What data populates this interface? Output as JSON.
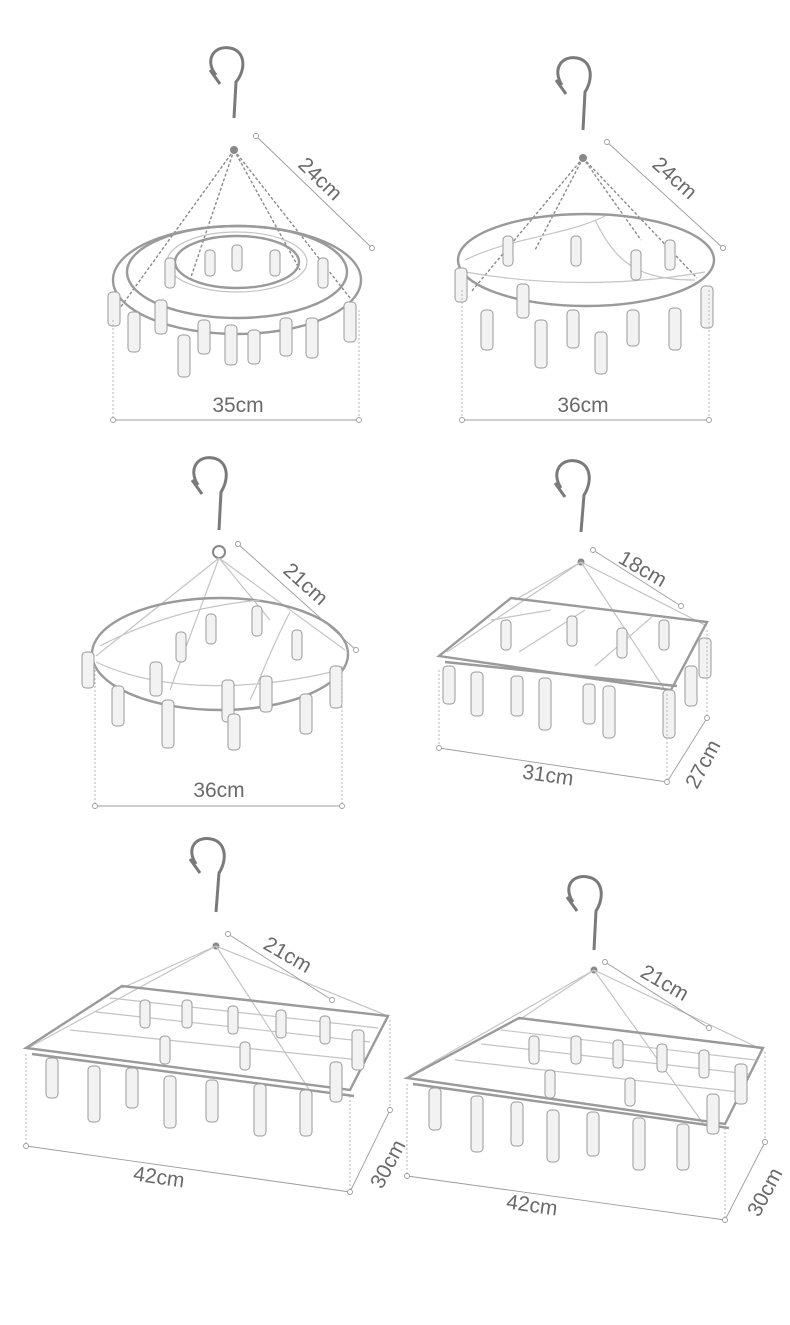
{
  "hangers": [
    {
      "id": "round-double-ring",
      "chain_label": "24cm",
      "width_label": "35cm"
    },
    {
      "id": "round-curved-spokes",
      "chain_label": "24cm",
      "width_label": "36cm"
    },
    {
      "id": "round-curved-spokes-small",
      "chain_label": "21cm",
      "width_label": "36cm"
    },
    {
      "id": "rect-small",
      "chain_label": "18cm",
      "width_label": "31cm",
      "depth_label": "27cm"
    },
    {
      "id": "rect-large-a",
      "chain_label": "21cm",
      "width_label": "42cm",
      "depth_label": "30cm"
    },
    {
      "id": "rect-large-b",
      "chain_label": "21cm",
      "width_label": "42cm",
      "depth_label": "30cm"
    }
  ]
}
